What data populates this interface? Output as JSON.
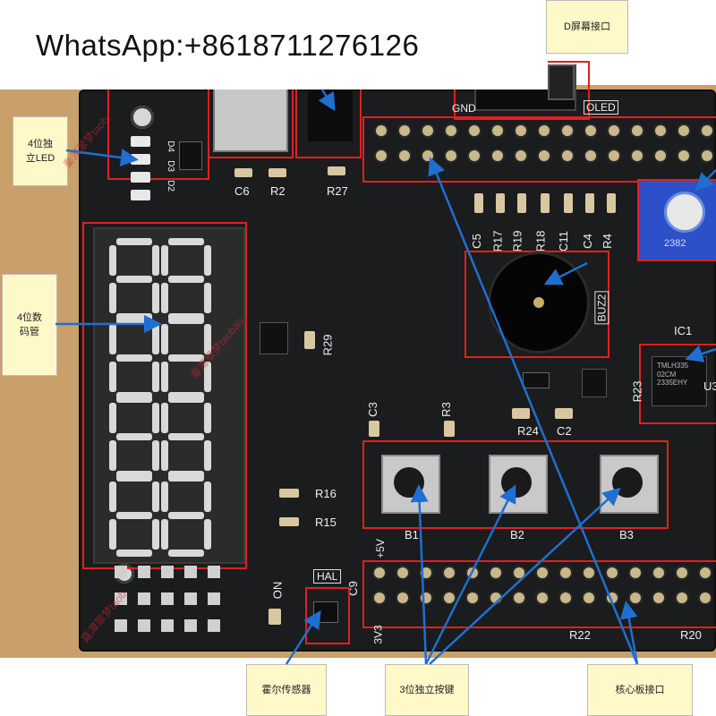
{
  "watermark": {
    "text": "WhatsApp:+8618711276126"
  },
  "labels": {
    "led": "4位独\n立LED",
    "seg": "4位数\n码管",
    "oled": "D屏幕接口",
    "hall": "霍尔传感器",
    "buttons": "3位独立按键",
    "core": "核心板接口"
  },
  "silkscreen": {
    "c6": "C6",
    "r2": "R2",
    "r27": "R27",
    "gnd": "GND",
    "oled": "OLED",
    "c5": "C5",
    "r17": "R17",
    "r19": "R19",
    "r18": "R18",
    "c11": "C11",
    "c4": "C4",
    "r4": "R4",
    "buz": "BUZ2",
    "ic1": "IC1",
    "u3": "U3",
    "r23": "R23",
    "r29": "R29",
    "c3": "C3",
    "r3": "R3",
    "r24": "R24",
    "c2": "C2",
    "r16": "R16",
    "r15": "R15",
    "b1": "B1",
    "b2": "B2",
    "b3": "B3",
    "p5v": "+5V",
    "p3v3": "3V3",
    "r22": "R22",
    "r20": "R20",
    "hal": "HAL",
    "c9": "C9",
    "on": "ON",
    "d2": "D2",
    "d3": "D3",
    "d4": "D4",
    "chip": "TMLH335\n02CM\n2335EHY",
    "pot": "2382"
  },
  "diagonal_watermarks": [
    "秦潭翠梦taob",
    "秦潭翠梦taobao",
    "嘉潭翠梦taob"
  ]
}
